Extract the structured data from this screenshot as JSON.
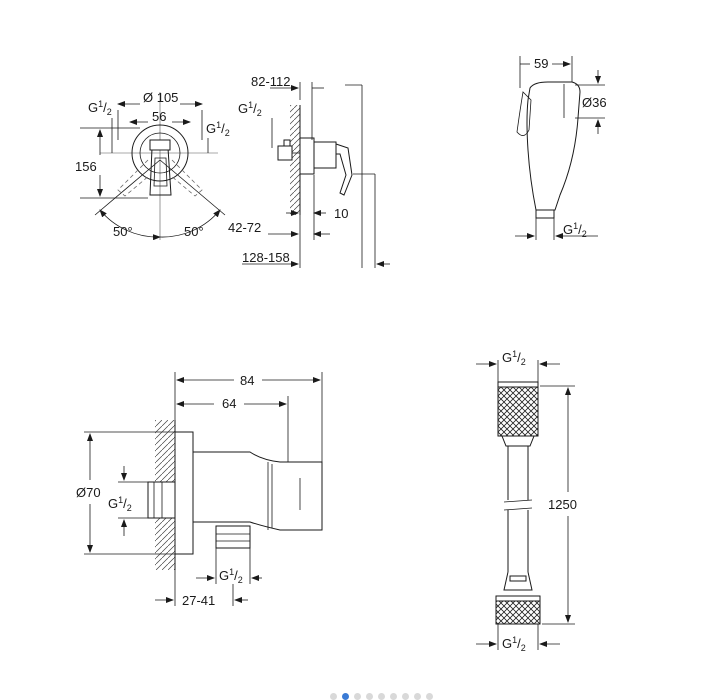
{
  "thread_main": "G",
  "thread_sup": "1",
  "thread_sub": "2",
  "mixer": {
    "dia_105": "Ø 105",
    "dim_56": "56",
    "dim_156": "156",
    "angle_left": "50°",
    "angle_right": "50°"
  },
  "side": {
    "dim_82_112": "82-112",
    "dim_10": "10",
    "dim_42_72": "42-72",
    "dim_128_158": "128-158"
  },
  "spray": {
    "dim_59": "59",
    "dia_36": "Ø36"
  },
  "elbow": {
    "dim_84": "84",
    "dim_64": "64",
    "dia_70": "Ø70",
    "dim_27_41": "27-41"
  },
  "hose": {
    "dim_1250": "1250"
  },
  "carousel": {
    "dot_count": 9,
    "active_index": 1
  }
}
